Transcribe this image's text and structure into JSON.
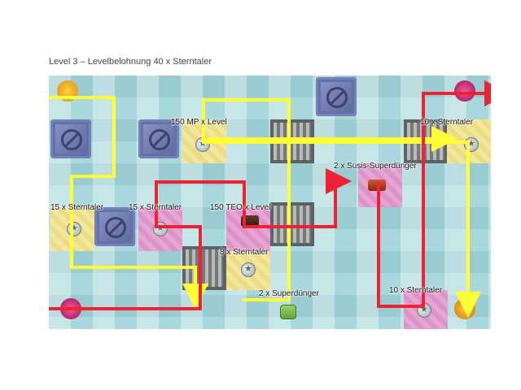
{
  "title": "Level 3 – Levelbelohnung 40 x Sterntaler",
  "labels": {
    "mp": "150 MP x Level",
    "sterntaler_top_right": "10 x Sterntaler",
    "susis": "2 x Susis-Superdünger",
    "sterntaler_left": "15 x Sterntaler",
    "sterntaler_mid": "15 x Sterntaler",
    "teo": "150 TEO x Level",
    "sterntaler_8": "8 x Sterntaler",
    "superduenger": "2 x Superdünger",
    "sterntaler_bottom_right": "10 x Sterntaler"
  },
  "arrows": {
    "yellow": "#ffff33",
    "red": "#ee2233"
  },
  "icons": {
    "blocker": "no-entry-icon",
    "coin": "sterntaler-coin-icon",
    "grate": "grate-obstacle-icon",
    "seed": "seed-icon",
    "fertilizer": "fertilizer-icon",
    "bag": "fertilizer-bag-icon"
  }
}
